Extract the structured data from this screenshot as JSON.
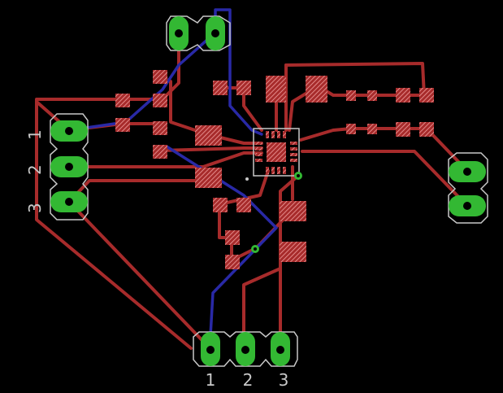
{
  "colors": {
    "background": "#000000",
    "top_copper": "#a72b2b",
    "bottom_copper": "#2929a6",
    "pad": "#e06a6a",
    "via": "#33b833",
    "silkscreen": "#c8c8c8"
  },
  "connectors": {
    "left_header": {
      "pin_labels": [
        "1",
        "2",
        "3"
      ]
    },
    "bottom_header": {
      "pin_labels": [
        "1",
        "2",
        "3"
      ]
    }
  }
}
